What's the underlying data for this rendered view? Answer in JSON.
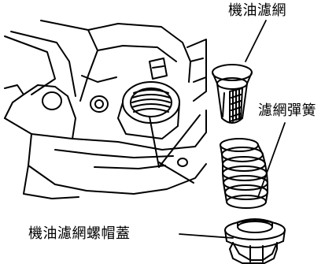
{
  "labels": {
    "oil_screen": "機油濾網",
    "screen_spring": "濾網彈簧",
    "screen_cap": "機油濾網螺帽蓋"
  },
  "colors": {
    "line": "#000000",
    "background": "#ffffff"
  }
}
